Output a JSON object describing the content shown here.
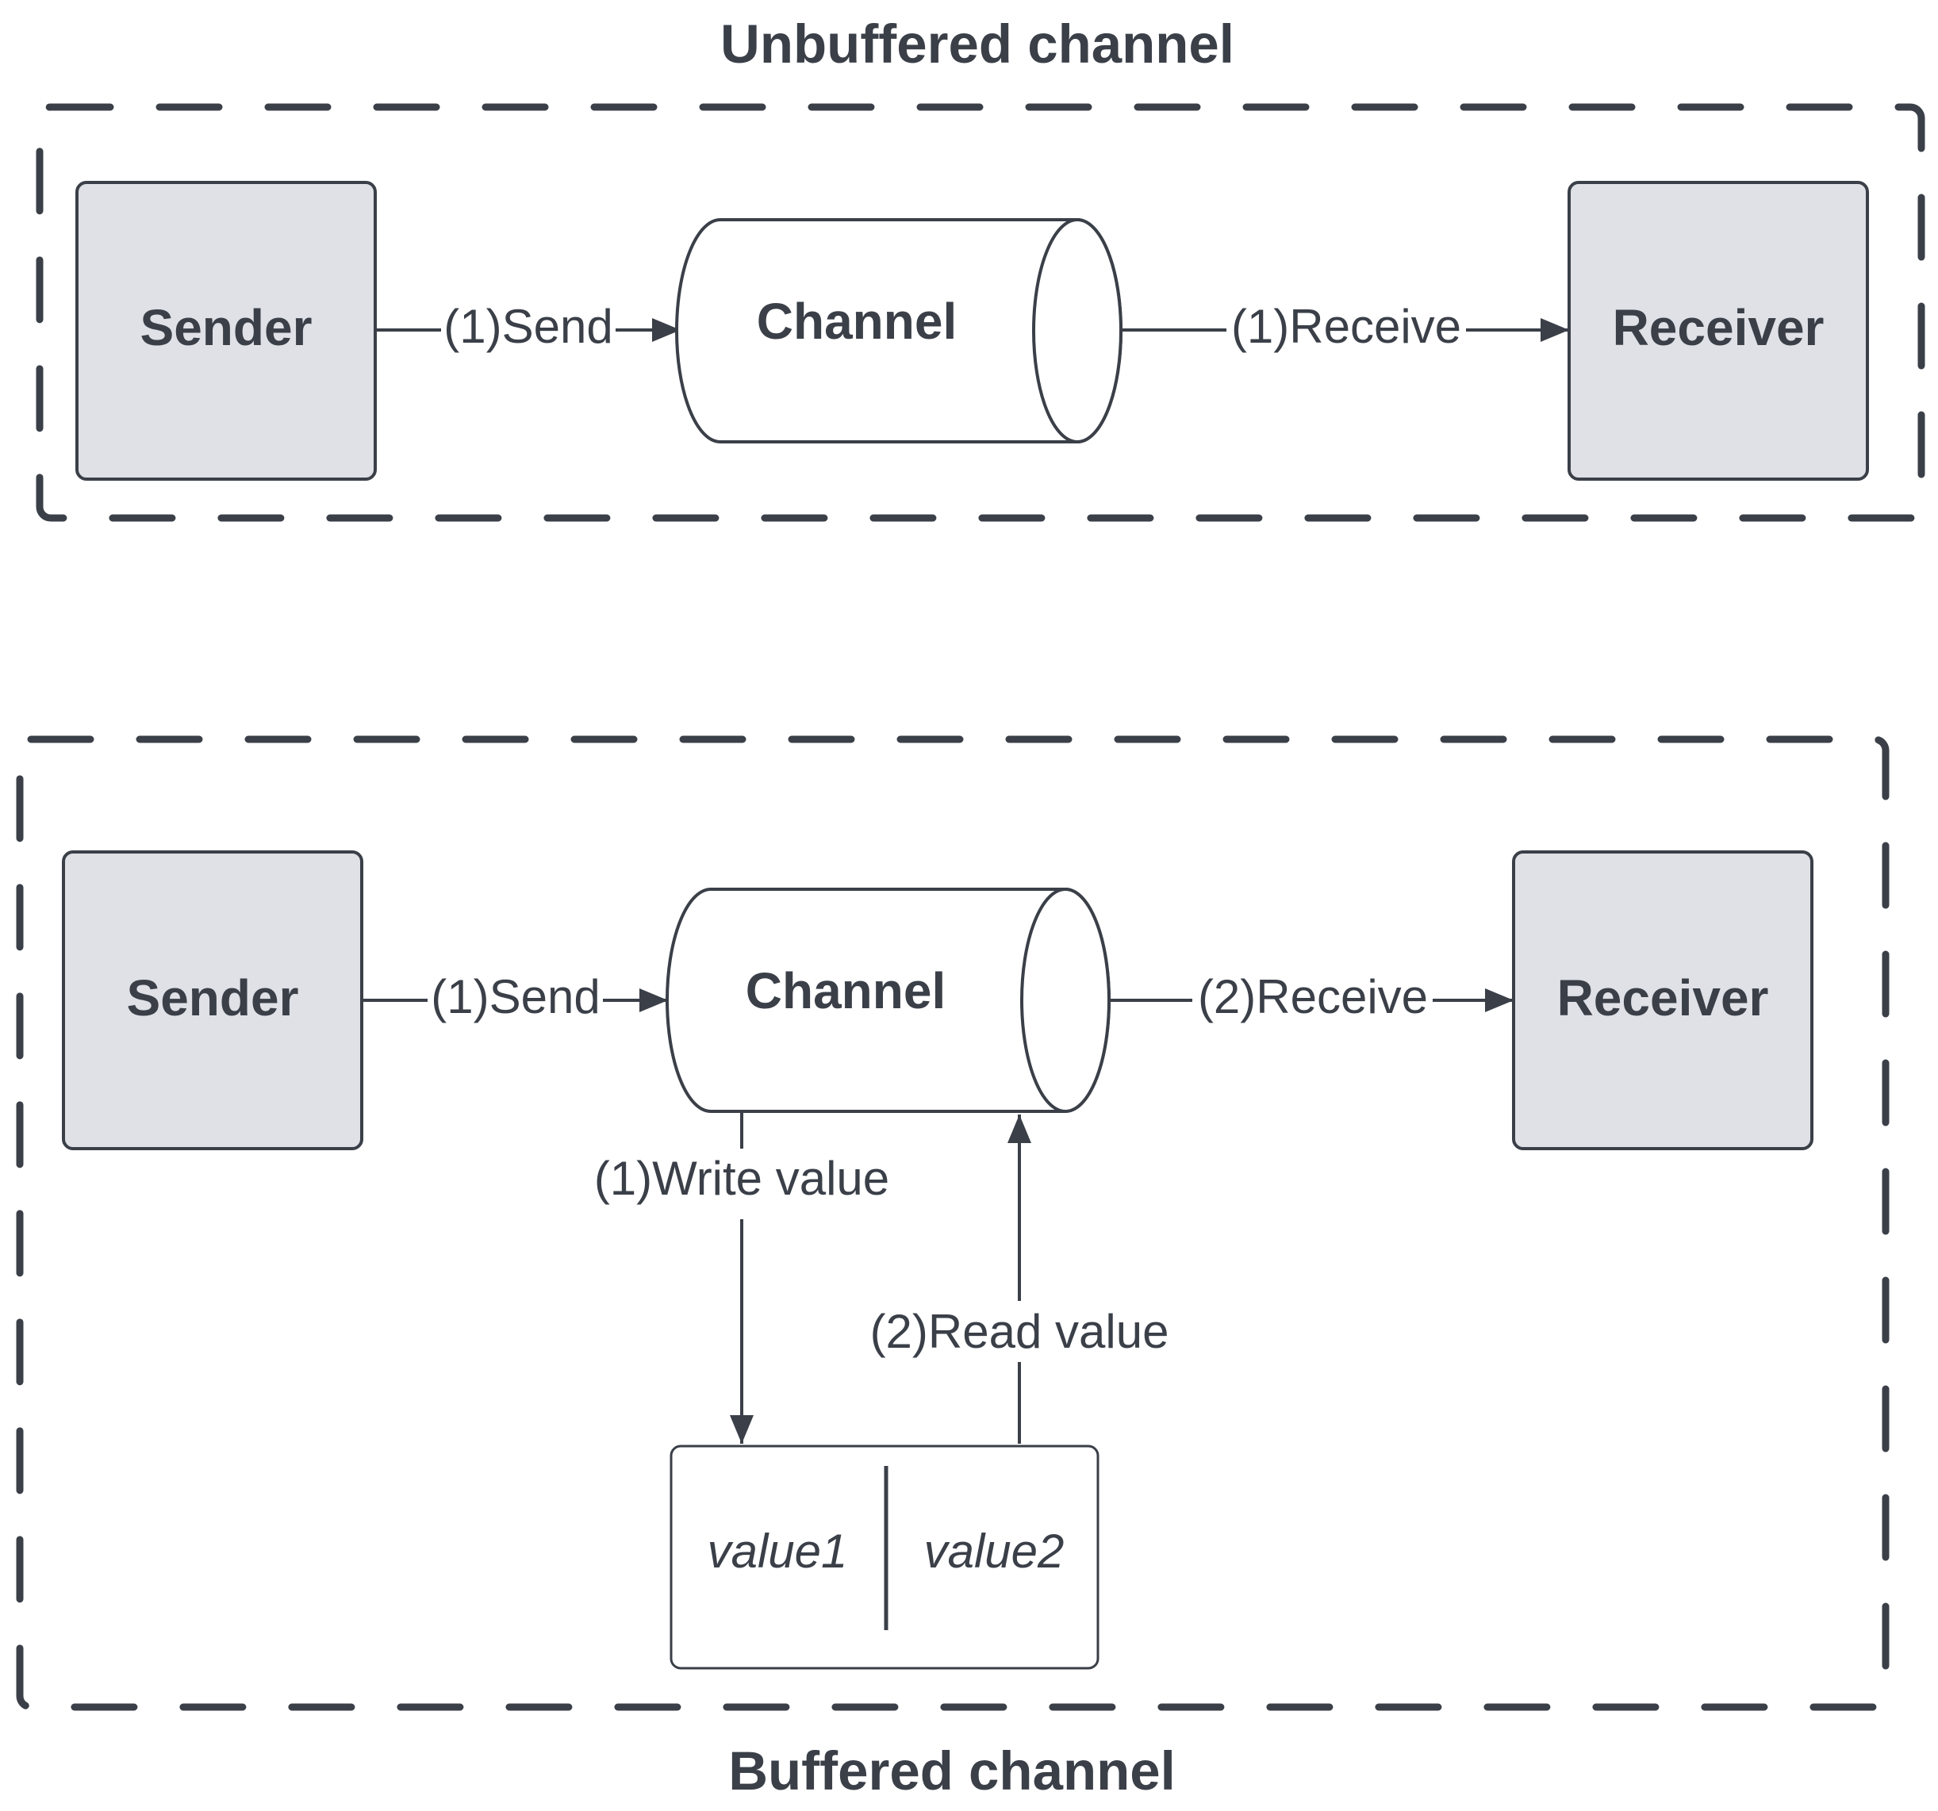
{
  "unbuffered": {
    "title": "Unbuffered channel",
    "sender": "Sender",
    "channel": "Channel",
    "receiver": "Receiver",
    "send_label": "(1)Send",
    "receive_label": "(1)Receive"
  },
  "buffered": {
    "title": "Buffered channel",
    "sender": "Sender",
    "channel": "Channel",
    "receiver": "Receiver",
    "send_label": "(1)Send",
    "receive_label": "(2)Receive",
    "write_label": "(1)Write value",
    "read_label": "(2)Read value",
    "buffer_values": [
      "value1",
      "value2"
    ]
  },
  "colors": {
    "stroke": "#3a3f48",
    "box_fill": "#dfe1e6",
    "background": "#ffffff"
  }
}
